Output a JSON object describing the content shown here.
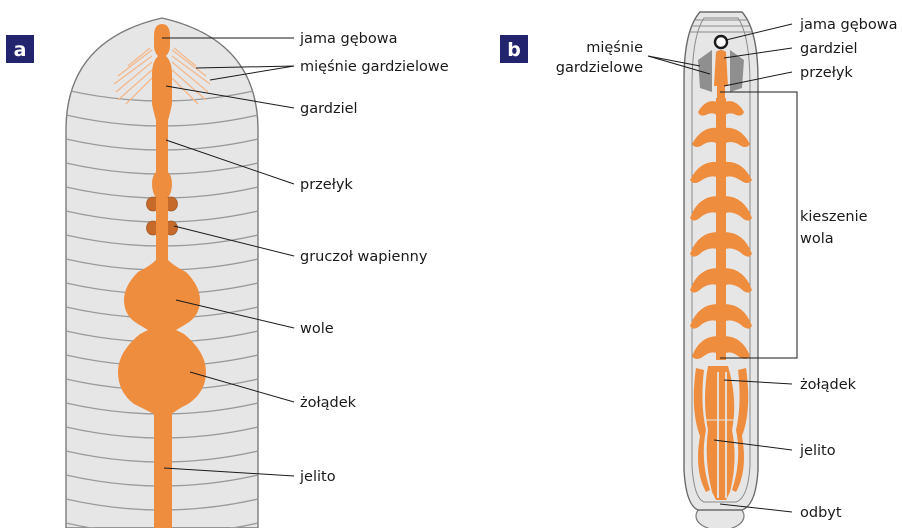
{
  "panel_a": {
    "badge": "a",
    "labels": {
      "mouth": "jama gębowa",
      "pharynx_muscles": "mięśnie gardzielowe",
      "pharynx": "gardziel",
      "esophagus": "przełyk",
      "calciferous_gland": "gruczoł wapienny",
      "crop": "wole",
      "gizzard": "żołądek",
      "intestine": "jelito"
    }
  },
  "panel_b": {
    "badge": "b",
    "labels": {
      "mouth": "jama gębowa",
      "pharynx_muscles_1": "mięśnie",
      "pharynx_muscles_2": "gardzielowe",
      "pharynx": "gardziel",
      "esophagus": "przełyk",
      "crop_pockets_1": "kieszenie",
      "crop_pockets_2": "wola",
      "gizzard": "żołądek",
      "intestine": "jelito",
      "anus": "odbyt"
    }
  },
  "colors": {
    "badge": "#22256e",
    "gut": "#ef8d3f",
    "body": "#e6e6e6",
    "segment_line": "#9a9a9a",
    "muscle": "#f3b88c"
  }
}
